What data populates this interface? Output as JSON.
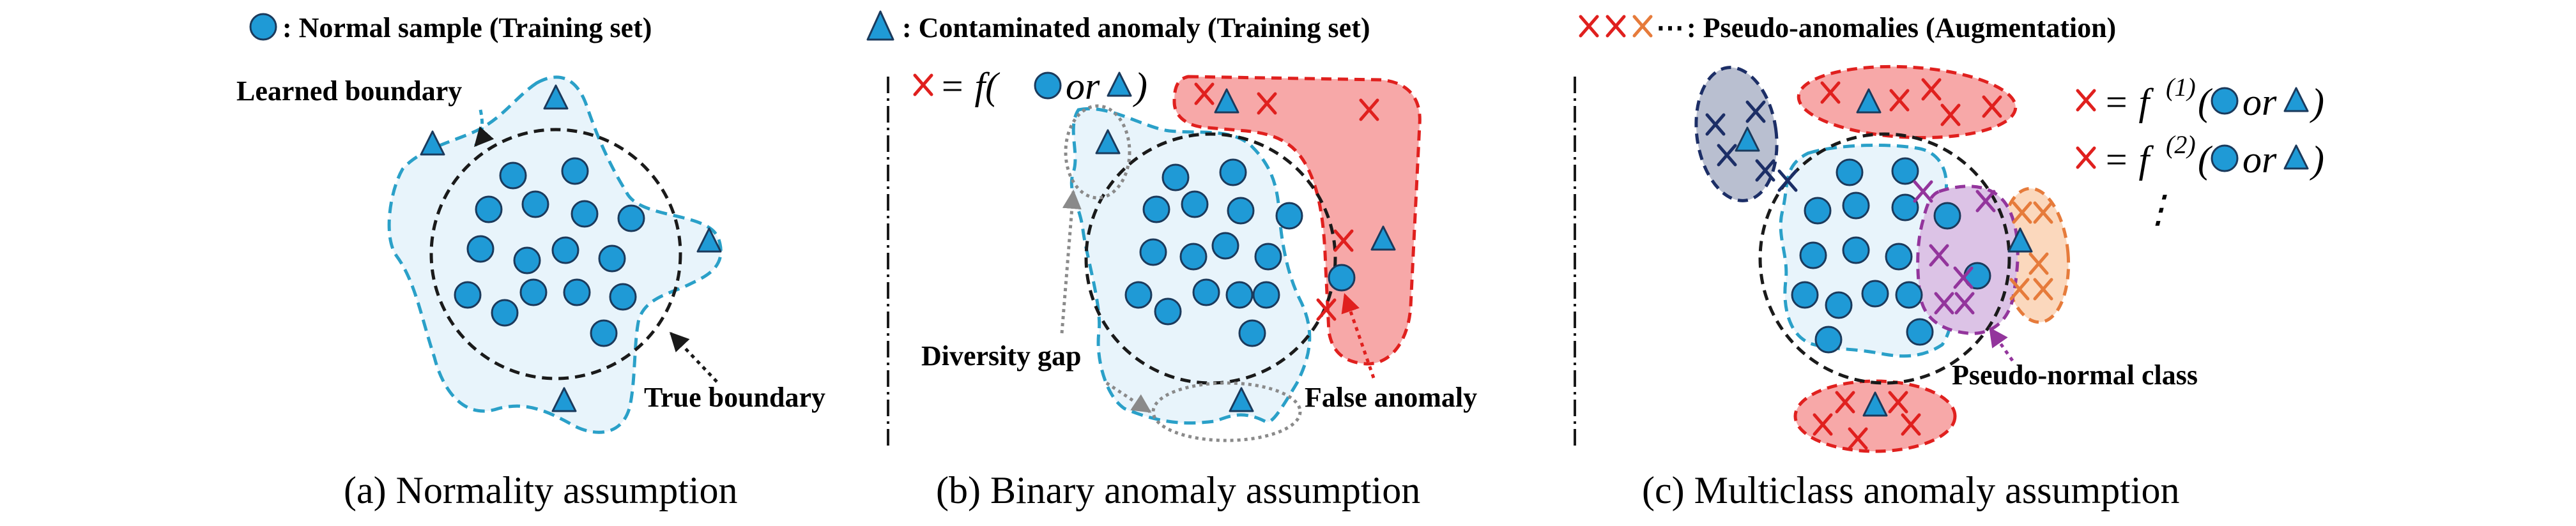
{
  "legend": {
    "normal": ": Normal sample (Training set)",
    "contaminated": ": Contaminated anomaly (Training set)",
    "pseudo_dots": "⋯",
    "pseudo": ": Pseudo-anomalies (Augmentation)"
  },
  "panel_a": {
    "caption": "(a) Normality assumption",
    "learned_boundary_label": "Learned boundary",
    "true_boundary_label": "True boundary"
  },
  "panel_b": {
    "caption": "(b) Binary anomaly assumption",
    "formula": {
      "eq": "= f(",
      "or": "or",
      "close": ")"
    },
    "diversity_gap_label": "Diversity gap",
    "false_anomaly_label": "False anomaly"
  },
  "panel_c": {
    "caption": "(c) Multiclass anomaly assumption",
    "formula1": {
      "eq": "= f",
      "sup": "(1)",
      "open": "(",
      "or": "or",
      "close": ")"
    },
    "formula2": {
      "eq": "= f",
      "sup": "(2)",
      "open": "(",
      "or": "or",
      "close": ")"
    },
    "formula_more": "⋮",
    "pseudo_normal_label": "Pseudo-normal class"
  },
  "colors": {
    "sample_fill": "#1f9ad6",
    "sample_stroke": "#1b3a5c",
    "learned_boundary": "#2aa0c8",
    "learned_fill": "#e8f4fb",
    "true_boundary": "#1a1a1a",
    "red_cross": "#e0201e",
    "red_region": "#f7a8a8",
    "navy_cross": "#1c2e66",
    "navy_region": "#b9bfd0",
    "purple_cross": "#93359c",
    "purple_region": "#dcc3e6",
    "orange_cross": "#e67b3b",
    "orange_region": "#fbd8bd",
    "gap_ellipse": "#8a8a8a"
  },
  "icons": [
    "normal-sample-circle",
    "contaminated-anomaly-triangle",
    "pseudo-anomaly-cross"
  ]
}
